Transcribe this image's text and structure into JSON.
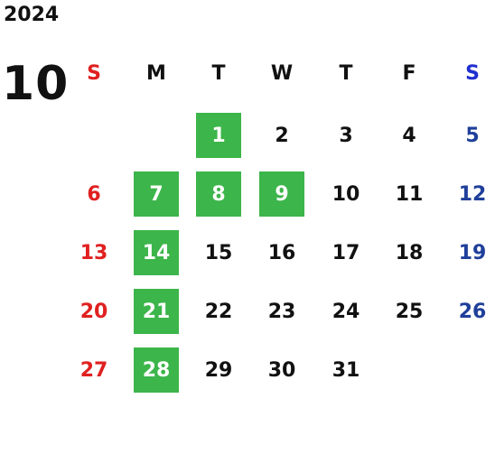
{
  "calendar": {
    "year": "2024",
    "month": "10",
    "weekday_headers": [
      "S",
      "M",
      "T",
      "W",
      "T",
      "F",
      "S"
    ],
    "first_weekday_index": 2,
    "days_in_month": 31,
    "highlighted_days": [
      1,
      7,
      8,
      9,
      14,
      21,
      28
    ],
    "colors": {
      "sunday": "#e02020",
      "saturday_header": "#1f2fcf",
      "saturday_day": "#1f3f9a",
      "weekday": "#111111",
      "highlight_bg": "#3cb54a",
      "highlight_text": "#ffffff"
    }
  }
}
